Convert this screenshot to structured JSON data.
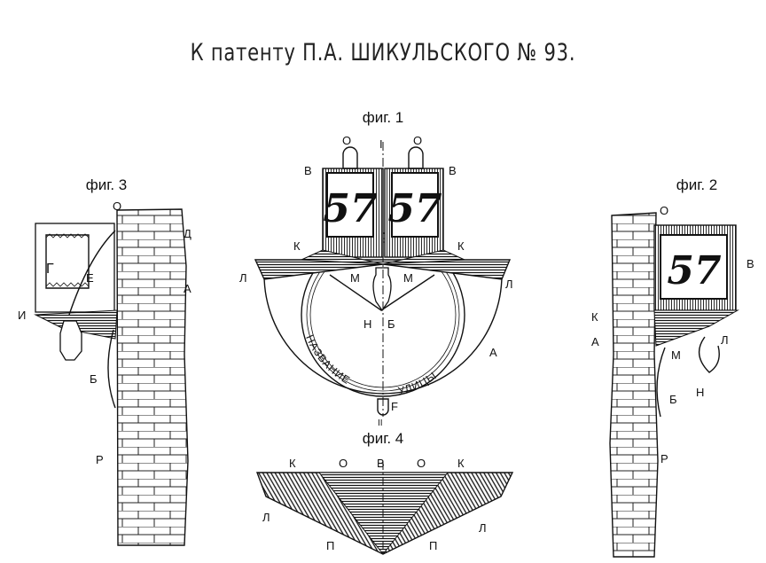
{
  "title": "К патенту П.А. ШИКУЛЬСКОГО № 93.",
  "fig1": {
    "caption": "фиг. 1",
    "number_left": "57",
    "number_right": "57",
    "street_text_left": "НАЗВАНИЕ",
    "street_text_right": "УЛИЦЫ",
    "labels": {
      "O1": "О",
      "O2": "О",
      "I": "I",
      "B1": "В",
      "B2": "В",
      "K1": "К",
      "K2": "К",
      "L1": "Л",
      "L2": "Л",
      "M1": "М",
      "M2": "М",
      "N": "Н",
      "Bb": "Б",
      "A": "А",
      "F": "F",
      "II": "II"
    }
  },
  "fig2": {
    "caption": "фиг. 2",
    "number": "57",
    "labels": {
      "O": "О",
      "B": "В",
      "K": "К",
      "A": "А",
      "L": "Л",
      "M": "М",
      "N": "Н",
      "Bb": "Б",
      "P": "Р"
    }
  },
  "fig3": {
    "caption": "фиг. 3",
    "labels": {
      "O": "О",
      "D": "Д",
      "G": "Г",
      "E": "Е",
      "A": "А",
      "I": "И",
      "Bb": "Б",
      "P": "Р"
    }
  },
  "fig4": {
    "caption": "фиг. 4",
    "labels": {
      "K1": "К",
      "O1": "О",
      "B": "В",
      "O2": "О",
      "K2": "К",
      "L1": "Л",
      "P1": "П",
      "P2": "П",
      "L2": "Л"
    }
  }
}
